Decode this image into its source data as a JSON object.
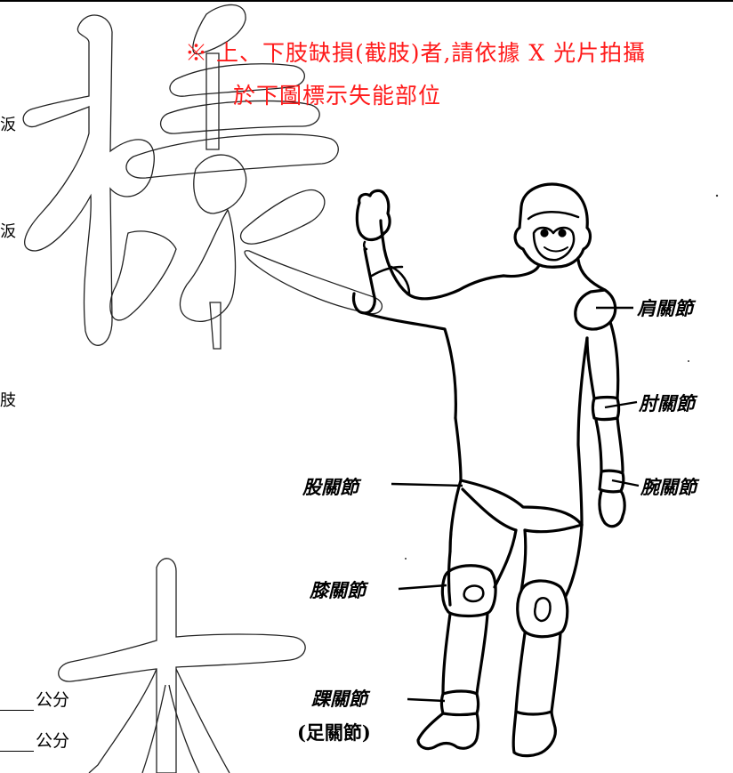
{
  "watermark": {
    "char_top": "樣",
    "char_bottom": "本"
  },
  "note": {
    "line1": "※ 上、下肢缺損(截肢)者,請依據 X 光片拍攝",
    "line2": "於下圖標示失能部位"
  },
  "left_fragments": {
    "frag1": "汳",
    "frag2": "汳",
    "frag3": "肢"
  },
  "measurements": [
    {
      "unit": "公分"
    },
    {
      "unit": "公分"
    }
  ],
  "joints": {
    "shoulder": "肩關節",
    "elbow": "肘關節",
    "wrist": "腕關節",
    "hip": "股關節",
    "knee": "膝關節",
    "ankle": "踝關節",
    "ankle_alt": "(足關節)"
  }
}
